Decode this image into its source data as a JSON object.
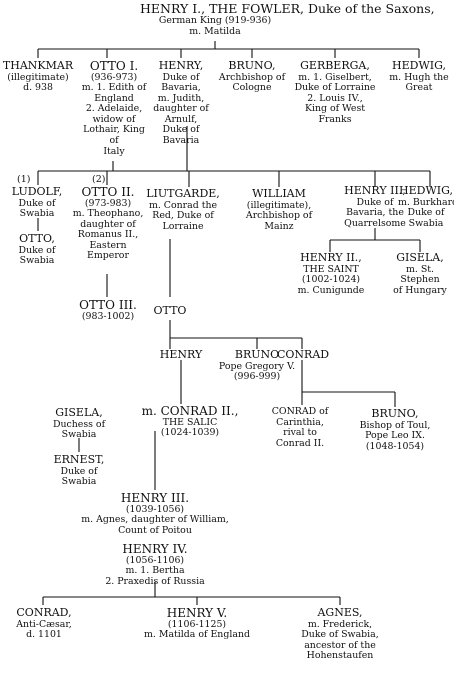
{
  "labels": {
    "one": "(1)",
    "two": "(2)"
  },
  "nodes": {
    "henry1": [
      "HENRY I., THE FOWLER, Duke of the Saxons,",
      "German King (919-936)",
      "m. Matilda"
    ],
    "thankmar": [
      "THANKMAR",
      "(illegitimate)",
      "d. 938"
    ],
    "otto1": [
      "OTTO I.",
      "(936-973)",
      "m. 1. Edith of",
      "England",
      "2. Adelaide,",
      "widow of",
      "Lothair, King",
      "of",
      "Italy"
    ],
    "henry_bav": [
      "HENRY,",
      "Duke of",
      "Bavaria,",
      "m. Judith,",
      "daughter of",
      "Arnulf,",
      "Duke of",
      "Bavaria"
    ],
    "bruno_col": [
      "BRUNO,",
      "Archbishop of",
      "Cologne"
    ],
    "gerberga": [
      "GERBERGA,",
      "m. 1. Giselbert,",
      "Duke of Lorraine",
      "2. Louis IV.,",
      "King of West",
      "Franks"
    ],
    "hedwig1": [
      "HEDWIG,",
      "m. Hugh the",
      "Great"
    ],
    "ludolf": [
      "LUDOLF,",
      "Duke of",
      "Swabia"
    ],
    "otto_swabia": [
      "OTTO,",
      "Duke of",
      "Swabia"
    ],
    "otto2": [
      "OTTO II.",
      "(973-983)",
      "m. Theophano,",
      "daughter of",
      "Romanus II.,",
      "Eastern",
      "Emperor"
    ],
    "liutgarde": [
      "LIUTGARDE,",
      "m. Conrad the",
      "Red, Duke of",
      "Lorraine"
    ],
    "william": [
      "WILLIAM",
      "(illegitimate),",
      "Archbishop of",
      "Mainz"
    ],
    "henry2_q": [
      "HENRY II.,",
      "Duke of",
      "Bavaria, the",
      "Quarrelsome"
    ],
    "hedwig2": [
      "HEDWIG,",
      "m. Burkhard,",
      "Duke of",
      "Swabia"
    ],
    "henry2_saint": [
      "HENRY II.,",
      "THE SAINT",
      "(1002-1024)",
      "m. Cunigunde"
    ],
    "gisela_hun": [
      "GISELA,",
      "m. St.",
      "Stephen",
      "of Hungary"
    ],
    "otto3": [
      "OTTO III.",
      "(983-1002)"
    ],
    "otto_lor": [
      "OTTO"
    ],
    "henry_s": [
      "HENRY"
    ],
    "bruno_pope": [
      "BRUNO",
      "Pope Gregory V.",
      "(996-999)"
    ],
    "conrad_s": [
      "CONRAD"
    ],
    "gisela_swa": [
      "GISELA,",
      "Duchess of",
      "Swabia"
    ],
    "conrad2": [
      "m. CONRAD II.,",
      "THE SALIC",
      "(1024-1039)"
    ],
    "conrad_car": [
      "CONRAD of",
      "Carinthia,",
      "rival to",
      "Conrad II."
    ],
    "bruno_toul": [
      "BRUNO,",
      "Bishop of Toul,",
      "Pope Leo IX.",
      "(1048-1054)"
    ],
    "ernest": [
      "ERNEST,",
      "Duke of",
      "Swabia"
    ],
    "henry3": [
      "HENRY III.",
      "(1039-1056)",
      "m. Agnes, daughter of William,",
      "Count of Poitou"
    ],
    "henry4": [
      "HENRY IV.",
      "(1056-1106)",
      "m. 1. Bertha",
      "2. Praxedis of Russia"
    ],
    "conrad_anti": [
      "CONRAD,",
      "Anti-Cæsar,",
      "d. 1101"
    ],
    "henry5": [
      "HENRY V.",
      "(1106-1125)",
      "m. Matilda of England"
    ],
    "agnes": [
      "AGNES,",
      "m. Frederick,",
      "Duke of Swabia,",
      "ancestor of the",
      "Hohenstaufen"
    ]
  }
}
